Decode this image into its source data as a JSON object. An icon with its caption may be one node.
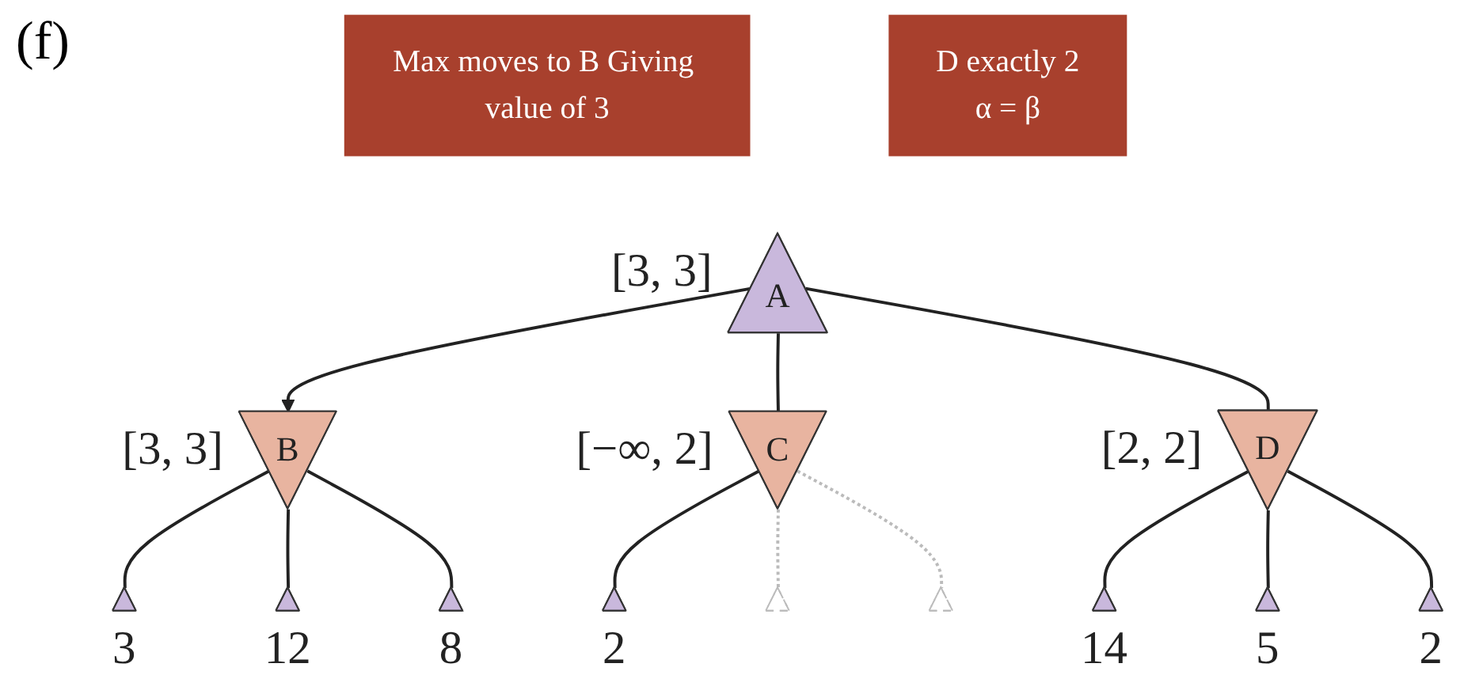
{
  "diagram": {
    "nodes": [
      {
        "text": [
          "Max moves to B Giving value of 3"
        ]
      },
      {
        "text": [
          "A"
        ],
        "beside": [
          "[3, 3]"
        ]
      },
      {
        "text": [
          "D exactly 2",
          "α = β"
        ]
      },
      {
        "text": [
          "B"
        ],
        "beside": [
          "[3, 3]"
        ]
      },
      {
        "text": [
          "C"
        ],
        "beside": [
          "[−∞, 2]"
        ]
      },
      {
        "text": [
          "D"
        ],
        "beside": [
          "[2, 2]"
        ]
      },
      {
        "text": [],
        "shape": "triangle",
        "beside": [
          "3"
        ]
      },
      {
        "text": [],
        "shape": "triangle",
        "beside": [
          "12"
        ]
      },
      {
        "text": [],
        "shape": "triangle",
        "beside": [
          "8"
        ]
      },
      {
        "text": [],
        "shape": "triangle",
        "beside": [
          "2"
        ]
      },
      {
        "text": [],
        "shape": "triangle"
      },
      {
        "text": [],
        "shape": "triangle"
      },
      {
        "text": [],
        "shape": "triangle",
        "beside": [
          "14"
        ]
      },
      {
        "text": [],
        "shape": "triangle",
        "beside": [
          "5"
        ]
      },
      {
        "text": [],
        "shape": "triangle",
        "beside": [
          "2"
        ]
      }
    ],
    "edges": [
      {
        "from": 1,
        "to": 3,
        "arrow": "to"
      },
      {
        "from": 1,
        "to": 4,
        "arrow": "none"
      },
      {
        "from": 1,
        "to": 5,
        "arrow": "none"
      },
      {
        "from": 3,
        "to": 6,
        "arrow": "none"
      },
      {
        "from": 3,
        "to": 7,
        "arrow": "none"
      },
      {
        "from": 3,
        "to": 8,
        "arrow": "none"
      },
      {
        "from": 4,
        "to": 9,
        "arrow": "none"
      },
      {
        "from": 4,
        "to": 10,
        "arrow": "none",
        "style": "dashed",
        "color": "#bbbbbb"
      },
      {
        "from": 4,
        "to": 11,
        "arrow": "none",
        "style": "dashed",
        "color": "#bbbbbb"
      },
      {
        "from": 5,
        "to": 12,
        "arrow": "none"
      },
      {
        "from": 5,
        "to": 13,
        "arrow": "none"
      },
      {
        "from": 5,
        "to": 14,
        "arrow": "none"
      }
    ],
    "labels": [
      "(f)"
    ]
  }
}
